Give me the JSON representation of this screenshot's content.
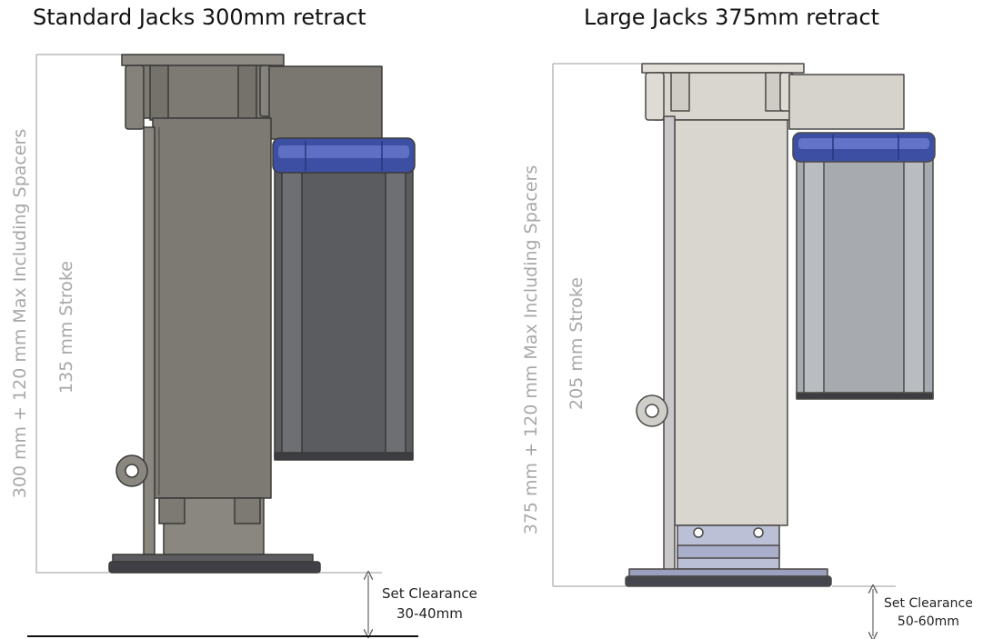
{
  "standard": {
    "title": "Standard Jacks 300mm retract",
    "overall_label": "300 mm + 120 mm Max Including Spacers",
    "stroke_label": "135 mm Stroke",
    "clearance_title": "Set Clearance",
    "clearance_value": "30-40mm",
    "body_color": "#7d7a74",
    "tank_color": "#5a5c60",
    "cap_color": "#3d4fa3"
  },
  "large": {
    "title": "Large Jacks 375mm retract",
    "overall_label": "375 mm + 120 mm Max Including Spacers",
    "stroke_label": "205 mm Stroke",
    "clearance_title": "Set Clearance",
    "clearance_value": "50-60mm",
    "body_color": "#d9d6cf",
    "tank_color": "#a7abb0",
    "cap_color": "#3d4fa3"
  }
}
